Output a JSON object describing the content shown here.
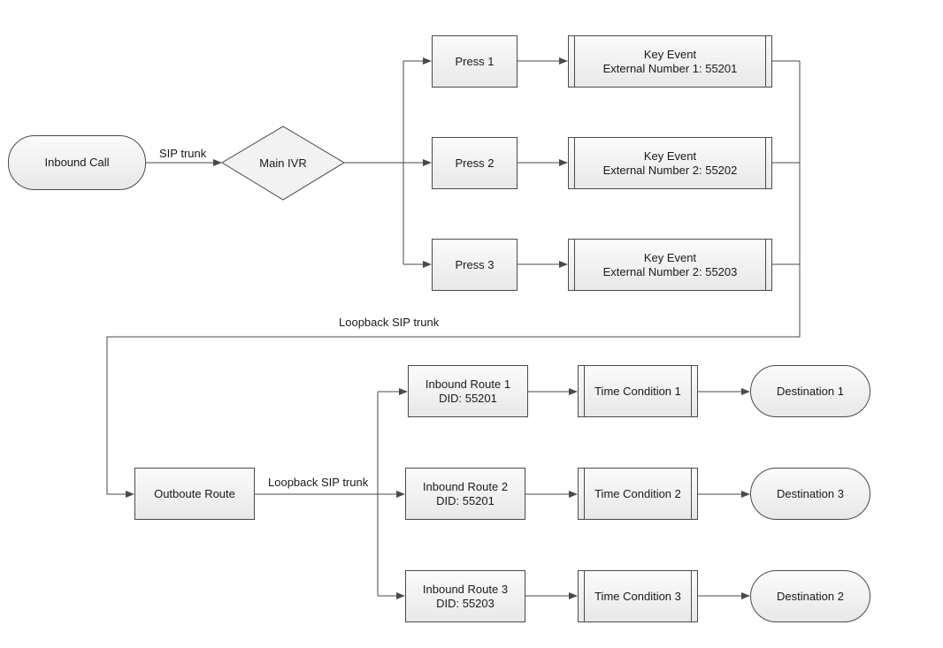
{
  "nodes": {
    "inbound_call": "Inbound Call",
    "main_ivr": "Main IVR",
    "press_1": "Press 1",
    "press_2": "Press 2",
    "press_3": "Press 3",
    "key_event_1": {
      "line1": "Key Event",
      "line2": "External Number 1: 55201"
    },
    "key_event_2": {
      "line1": "Key Event",
      "line2": "External Number 2: 55202"
    },
    "key_event_3": {
      "line1": "Key Event",
      "line2": "External Number 2: 55203"
    },
    "outbound_route": "Outboute Route",
    "inbound_route_1": {
      "line1": "Inbound Route 1",
      "line2": "DID: 55201"
    },
    "inbound_route_2": {
      "line1": "Inbound Route 2",
      "line2": "DID: 55201"
    },
    "inbound_route_3": {
      "line1": "Inbound Route 3",
      "line2": "DID: 55203"
    },
    "time_condition_1": "Time Condition 1",
    "time_condition_2": "Time Condition 2",
    "time_condition_3": "Time Condition 3",
    "destination_1": "Destination 1",
    "destination_3": "Destination 3",
    "destination_2": "Destination 2"
  },
  "edges": {
    "sip_trunk": "SIP trunk",
    "loopback_top": "Loopback SIP trunk",
    "loopback_bottom": "Loopback SIP trunk"
  },
  "colors": {
    "stroke": "#4a4a4a",
    "fill_top": "#fbfbfb",
    "fill_bottom": "#e8e8e8"
  }
}
